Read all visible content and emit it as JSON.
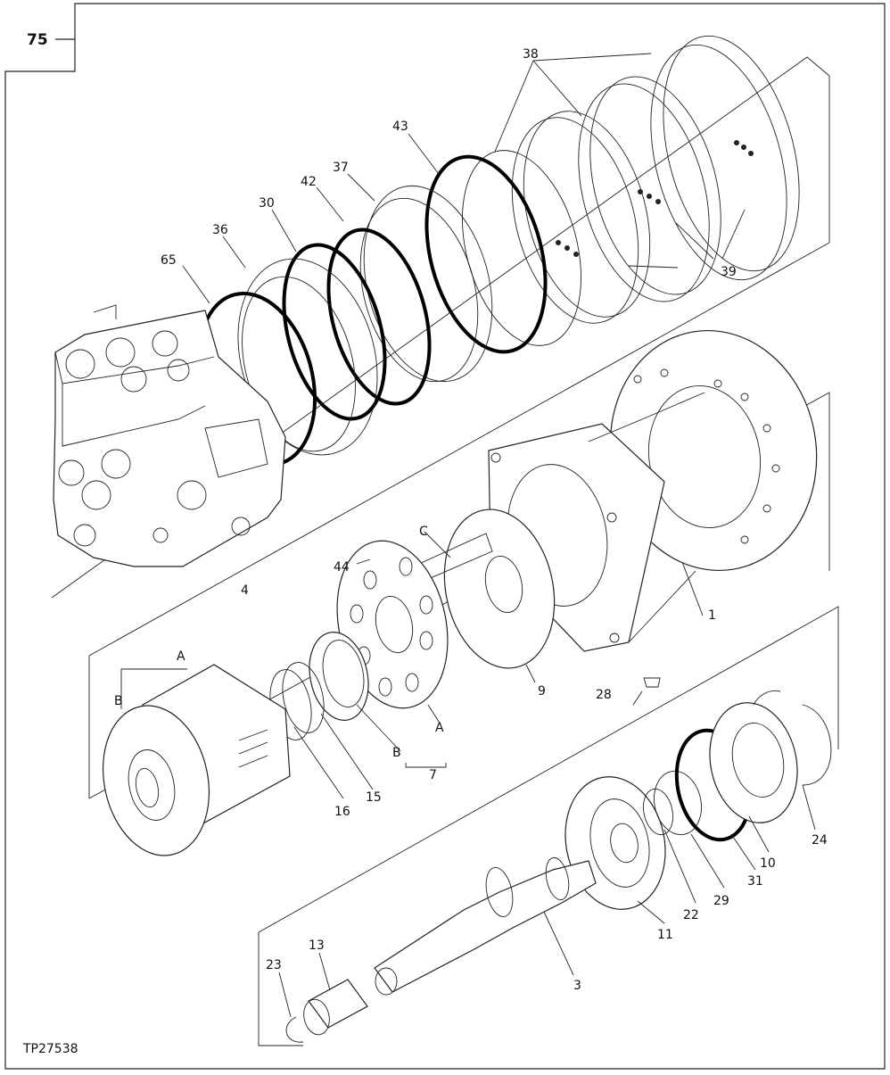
{
  "page_number": "75",
  "figure_id": "TP27538",
  "callouts": {
    "c1": "1",
    "c3": "3",
    "c4": "4",
    "c7": "7",
    "c9": "9",
    "c10": "10",
    "c11": "11",
    "c13": "13",
    "c15": "15",
    "c16": "16",
    "c22": "22",
    "c23": "23",
    "c24": "24",
    "c28": "28",
    "c29": "29",
    "c30": "30",
    "c31": "31",
    "c36": "36",
    "c37": "37",
    "c38": "38",
    "c39": "39",
    "c42": "42",
    "c43": "43",
    "c44": "44",
    "c65": "65",
    "lA1": "A",
    "lA2": "A",
    "lB1": "B",
    "lB2": "B",
    "lC": "C"
  }
}
